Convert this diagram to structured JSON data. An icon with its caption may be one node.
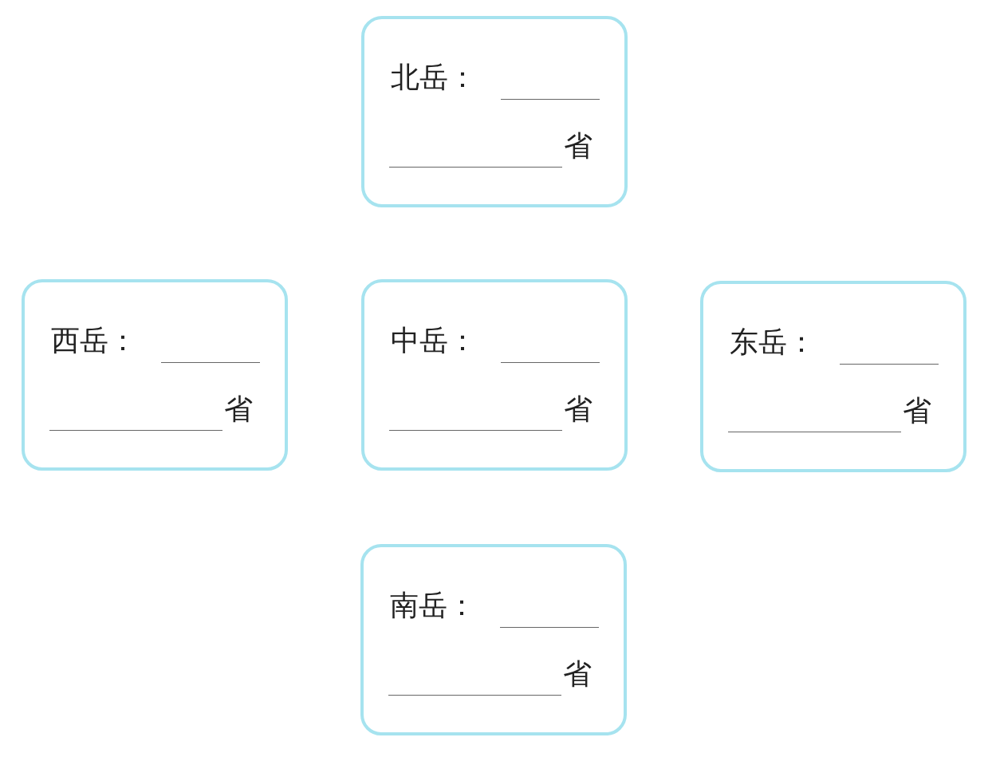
{
  "diagram": {
    "nodes": [
      {
        "text": [
          "北岳：",
          "省"
        ]
      },
      {
        "text": [
          "西岳：",
          "省"
        ]
      },
      {
        "text": [
          "中岳：",
          "省"
        ]
      },
      {
        "text": [
          "东岳：",
          "省"
        ]
      },
      {
        "text": [
          "南岳：",
          "省"
        ]
      }
    ]
  }
}
